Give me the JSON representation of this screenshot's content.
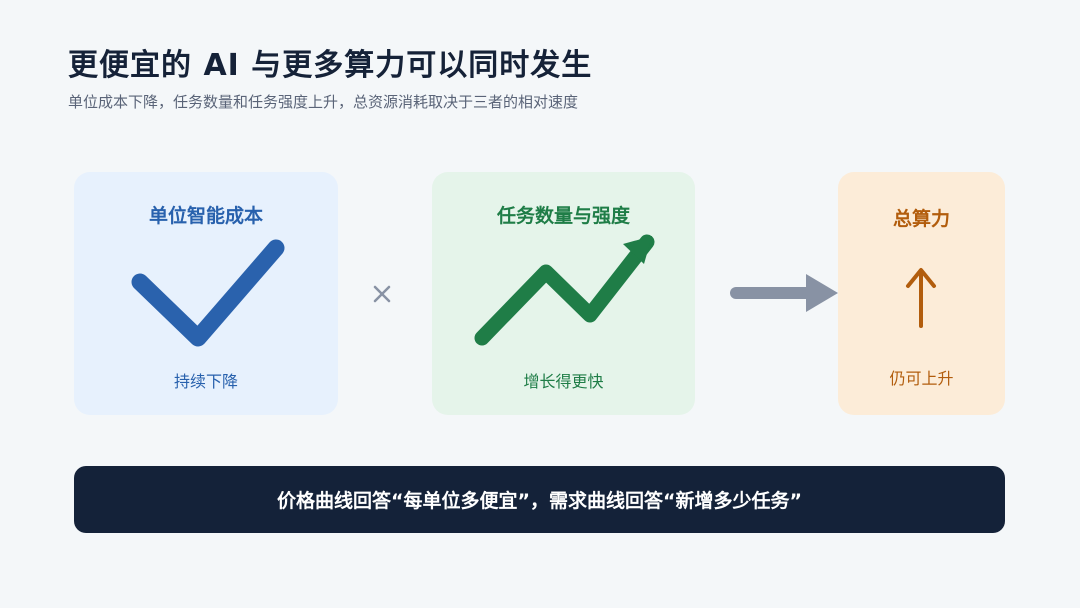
{
  "header": {
    "title": "更便宜的 AI 与更多算力可以同时发生",
    "subtitle": "单位成本下降，任务数量和任务强度上升，总资源消耗取决于三者的相对速度"
  },
  "cards": {
    "unit_cost": {
      "title": "单位智能成本",
      "caption": "持续下降",
      "icon": "checkmark-icon"
    },
    "tasks": {
      "title": "任务数量与强度",
      "caption": "增长得更快",
      "icon": "trend-up-icon"
    },
    "compute": {
      "title": "总算力",
      "caption": "仍可上升",
      "icon": "arrow-up-icon"
    }
  },
  "operators": {
    "multiply": "×",
    "result": "arrow-right-icon"
  },
  "summary": {
    "text": "价格曲线回答“每单位多便宜”，需求曲线回答“新增多少任务”"
  },
  "colors": {
    "background": "#f4f7f9",
    "title": "#152238",
    "blue_card": "#e7f1fd",
    "blue_accent": "#2a62ad",
    "green_card": "#e5f4ea",
    "green_accent": "#1f7d47",
    "orange_card": "#fcecd8",
    "orange_accent": "#b25d0d",
    "operator_gray": "#8892a4",
    "summary_bar": "#142239"
  }
}
